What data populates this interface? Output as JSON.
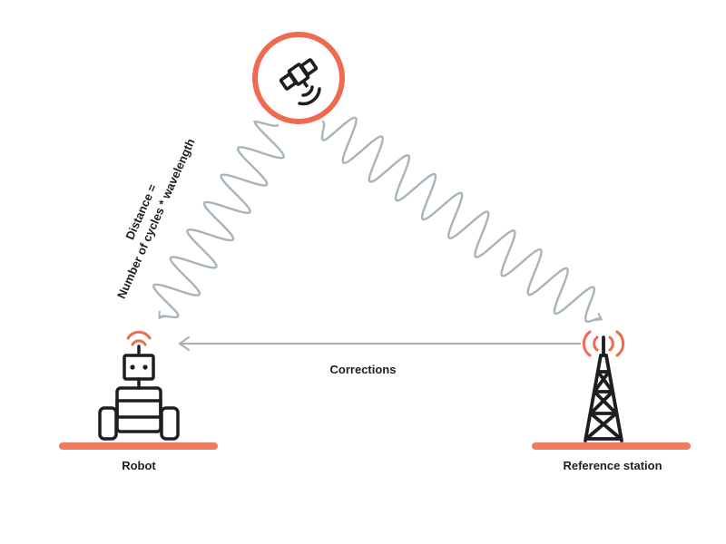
{
  "labels": {
    "distance_line1": "Distance =",
    "distance_line2": "Number of cycles * wavelength",
    "corrections": "Corrections",
    "robot": "Robot",
    "reference_station": "Reference station"
  },
  "icons": {
    "satellite": "satellite-icon",
    "robot": "robot-icon",
    "tower": "transmission-tower-icon",
    "signal": "signal-waves-icon"
  },
  "colors": {
    "accent": "#ee6b50",
    "wave": "#a9b3ba",
    "ink": "#1e1e1e",
    "ground": "#f27a5e"
  }
}
